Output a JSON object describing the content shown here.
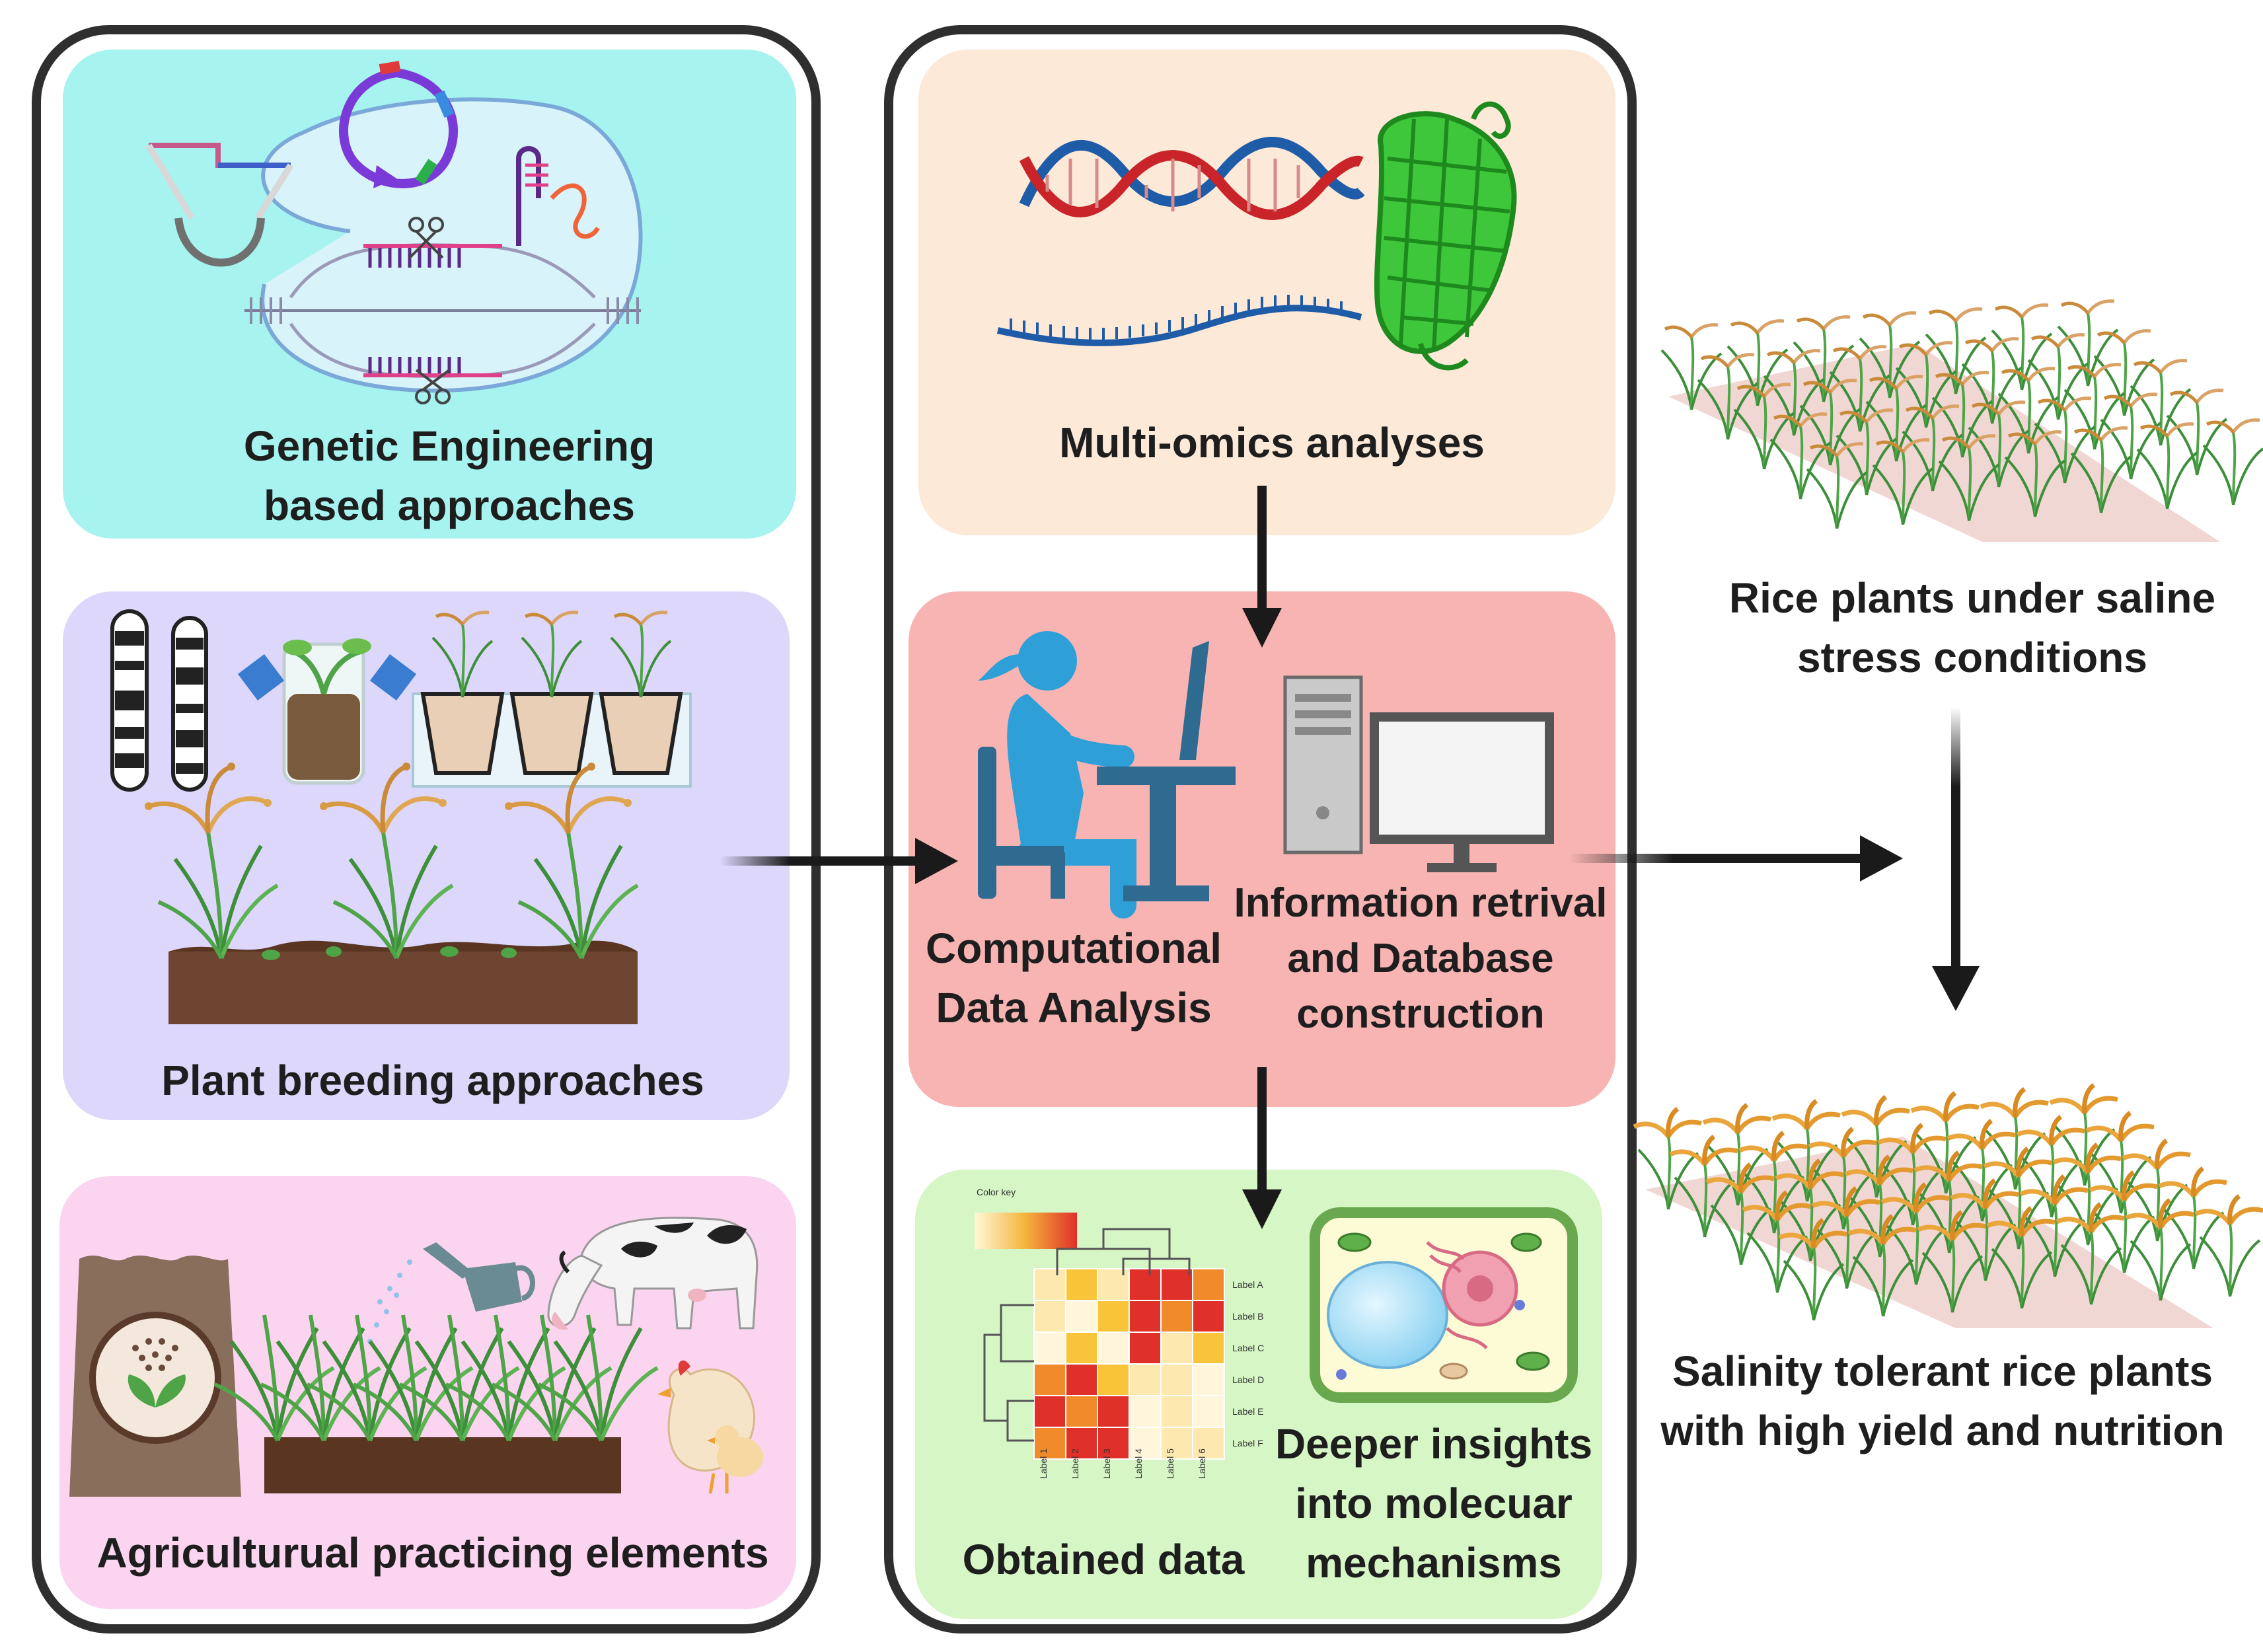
{
  "left_panel": {
    "genetic": {
      "title": "Genetic Engineering\nbased approaches"
    },
    "breeding": {
      "title": "Plant breeding approaches"
    },
    "agri": {
      "title": "Agriculturual practicing elements"
    }
  },
  "middle_panel": {
    "omics": {
      "title": "Multi-omics analyses"
    },
    "computational": {
      "analysis_label": "Computational\nData Analysis",
      "info_label": "Information retrival\nand Database\nconstruction"
    },
    "obtained": {
      "obtained_label": "Obtained data",
      "insights_label": "Deeper insights\ninto molecuar\nmechanisms",
      "color_key": "Color key",
      "row_labels": [
        "Label A",
        "Label B",
        "Label C",
        "Label D",
        "Label E",
        "Label F"
      ],
      "col_labels": [
        "Label 1",
        "Label 2",
        "Label 3",
        "Label 4",
        "Label 5",
        "Label 6"
      ]
    }
  },
  "right_panel": {
    "saline_label": "Rice plants under saline\nstress conditions",
    "tolerant_label": "Salinity tolerant rice plants\nwith high yield and nutrition"
  },
  "colors": {
    "genetic_bg": "#a6f3ef",
    "breeding_bg": "#dcd7fb",
    "agri_bg": "#fbd4ef",
    "omics_bg": "#fde9d8",
    "computational_bg": "#f7b4b2",
    "obtained_bg": "#d6f6c6",
    "border": "#2f2f2f",
    "arrow": "#1a1a1a"
  }
}
